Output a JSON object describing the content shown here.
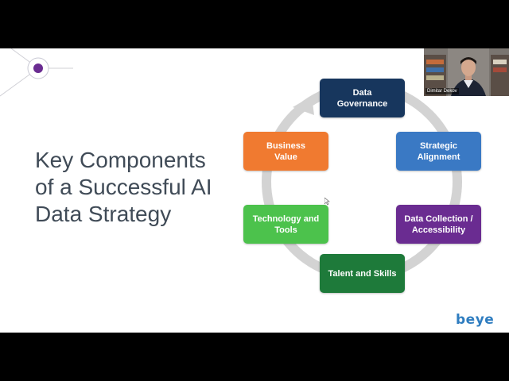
{
  "slide": {
    "title_lines": [
      "Key Components",
      "of a Successful AI",
      "Data Strategy"
    ],
    "components": [
      {
        "label": "Data\nGovernance",
        "color": "#17365d"
      },
      {
        "label": "Strategic\nAlignment",
        "color": "#3a79c4"
      },
      {
        "label": "Data Collection /\nAccessibility",
        "color": "#6a2c91"
      },
      {
        "label": "Talent and Skills",
        "color": "#1e7a3a"
      },
      {
        "label": "Technology and\nTools",
        "color": "#4cc24c"
      },
      {
        "label": "Business\nValue",
        "color": "#f07a30"
      }
    ],
    "logo": "beye",
    "accent_color": "#6a2c91"
  },
  "webcam": {
    "participant_name": "Dimitar Dekov"
  }
}
